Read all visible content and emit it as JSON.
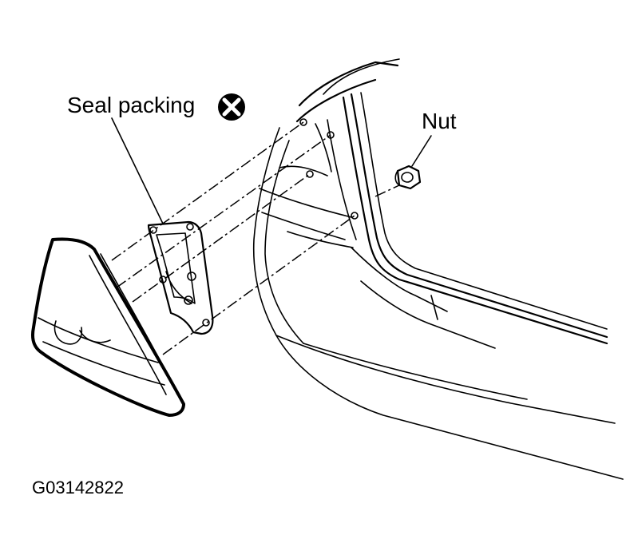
{
  "labels": {
    "seal_packing": "Seal packing",
    "nut": "Nut",
    "figure_code": "G03142822"
  },
  "icons": {
    "seal_packing_symbol": "circled-x-icon"
  },
  "colors": {
    "line": "#000000",
    "background": "#ffffff"
  }
}
